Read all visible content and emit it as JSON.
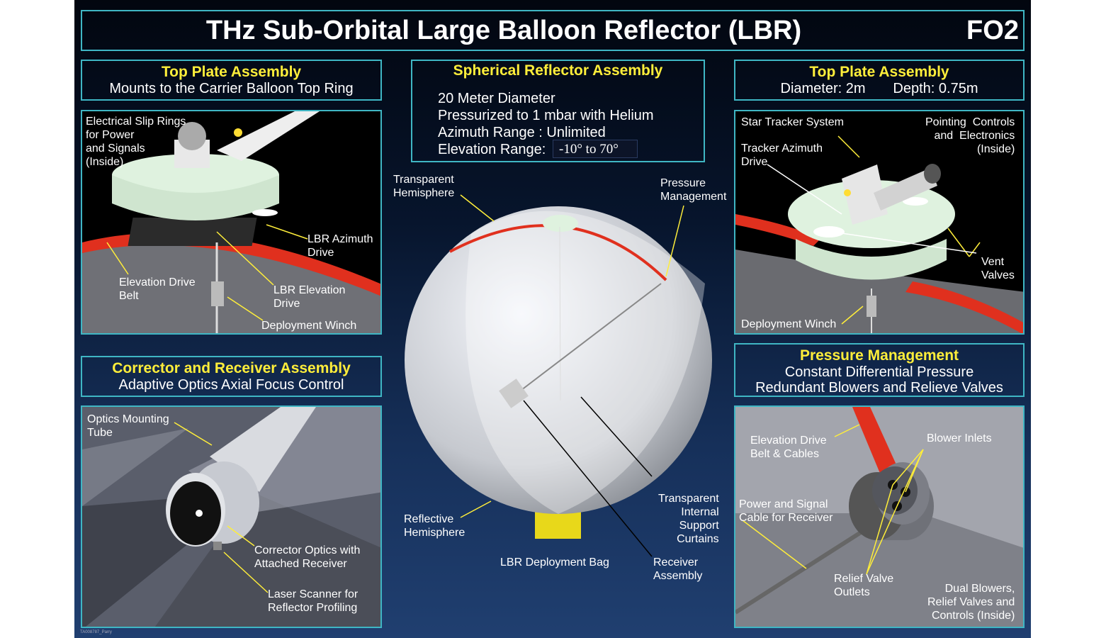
{
  "title": "THz Sub-Orbital Large Balloon Reflector (LBR)",
  "code": "FO2",
  "top_left": {
    "heading": "Top Plate  Assembly",
    "sub": "Mounts to the Carrier Balloon Top Ring",
    "labels": {
      "slip_rings": "Electrical Slip Rings\nfor Power\nand Signals\n(Inside)",
      "azimuth": "LBR Azimuth\nDrive",
      "elev_belt": "Elevation Drive\nBelt",
      "elev_drive": "LBR Elevation\nDrive",
      "winch": "Deployment Winch"
    }
  },
  "center": {
    "heading": "Spherical Reflector Assembly",
    "lines": [
      "20 Meter Diameter",
      "Pressurized  to  1 mbar with Helium",
      "Azimuth Range : Unlimited",
      "Elevation Range:"
    ],
    "elev_value": "-10° to 70°",
    "labels": {
      "transparent": "Transparent\nHemisphere",
      "pressure": "Pressure\nManagement",
      "reflective": "Reflective\nHemisphere",
      "bag": "LBR Deployment Bag",
      "curtains": "Transparent\nInternal\nSupport\nCurtains",
      "receiver": "Receiver\nAssembly"
    }
  },
  "top_right": {
    "heading": "Top Plate  Assembly",
    "sub": "Diameter: 2m       Depth: 0.75m",
    "labels": {
      "star": "Star Tracker System",
      "pointing": "Pointing  Controls\nand  Electronics\n(Inside)",
      "tracker": "Tracker Azimuth\nDrive",
      "vent": "Vent\nValves",
      "winch": "Deployment Winch"
    }
  },
  "bottom_left": {
    "heading": "Corrector and Receiver Assembly",
    "sub": "Adaptive Optics Axial Focus Control",
    "labels": {
      "tube": "Optics Mounting\nTube",
      "corrector": "Corrector Optics with\nAttached Receiver",
      "laser": "Laser Scanner for\nReflector Profiling"
    }
  },
  "bottom_right": {
    "heading": "Pressure Management",
    "sub1": "Constant Differential Pressure",
    "sub2": "Redundant Blowers and Relieve Valves",
    "labels": {
      "belt": "Elevation Drive\nBelt & Cables",
      "inlets": "Blower Inlets",
      "cable": "Power and Signal\nCable for Receiver",
      "relief": "Relief Valve\nOutlets",
      "dual": "Dual Blowers,\nRelief Valves and\nControls (Inside)"
    }
  },
  "footer": "TA008787_Parry",
  "colors": {
    "accent": "#3fb6c4",
    "highlight": "#ffee3a",
    "belt": "#e0301e"
  }
}
